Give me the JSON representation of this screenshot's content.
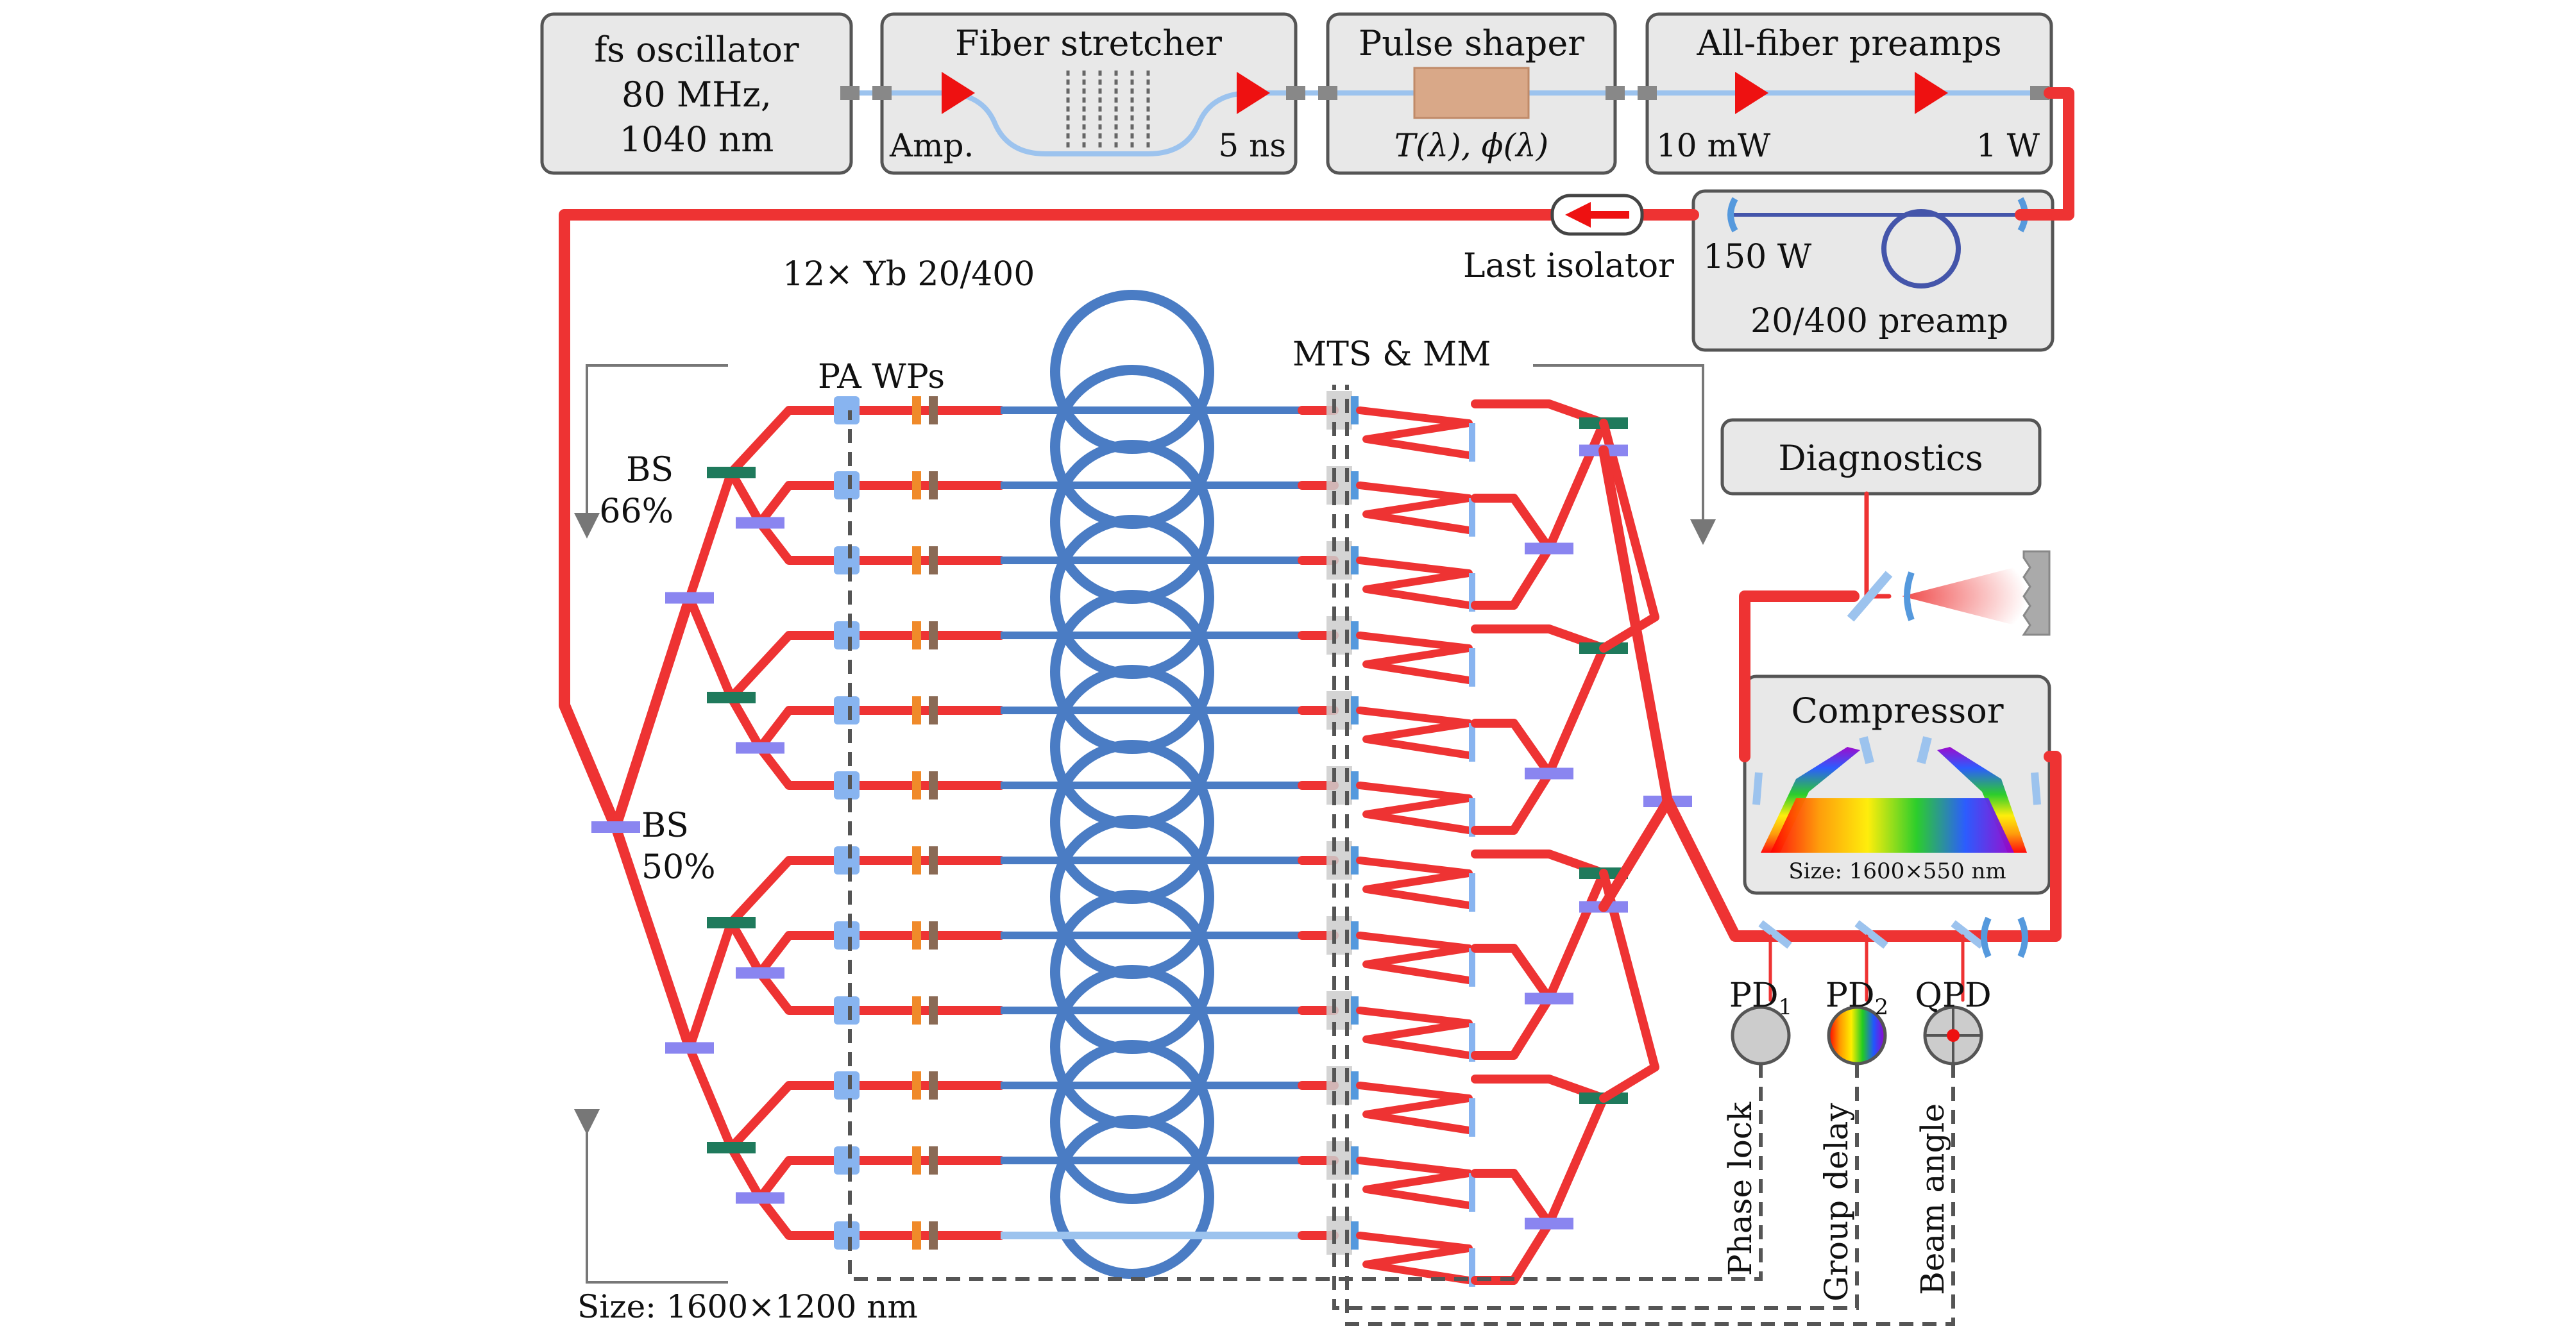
{
  "modules": {
    "oscillator": {
      "line1": "fs oscillator",
      "line2": "80 MHz,",
      "line3": "1040 nm"
    },
    "stretcher": {
      "title": "Fiber stretcher",
      "left": "Amp.",
      "right": "5 ns"
    },
    "shaper": {
      "title": "Pulse shaper",
      "formula": "T(λ), ϕ(λ)"
    },
    "preamps": {
      "title": "All-fiber preamps",
      "left": "10 mW",
      "right": "1 W"
    },
    "preamp2040": {
      "power": "150 W",
      "title": "20/400 preamp"
    },
    "isolator": {
      "label": "Last isolator"
    },
    "diagnostics": {
      "title": "Diagnostics"
    },
    "compressor": {
      "title": "Compressor",
      "size": "Size: 1600×550 nm"
    }
  },
  "labels": {
    "yb": "12× Yb 20/400",
    "pa_wps": "PA WPs",
    "mts": "MTS & MM",
    "bs66_a": "BS",
    "bs66_b": "66%",
    "bs50_a": "BS",
    "bs50_b": "50%",
    "size_main": "Size: 1600×1200 nm"
  },
  "detectors": {
    "pd1": "PD",
    "pd1_sub": "1",
    "pd2": "PD",
    "pd2_sub": "2",
    "qpd": "QPD",
    "phase_lock": "Phase lock",
    "group_delay": "Group delay",
    "beam_angle": "Beam angle"
  },
  "colors": {
    "beam": "#ee3333",
    "fiber": "#9cc3ee",
    "coil": "#4a7cc4",
    "splitter": "#8a85f0",
    "combiner": "#1f7a5c",
    "waveplate_orange": "#f08a2a",
    "waveplate_brown": "#8a6a55"
  }
}
